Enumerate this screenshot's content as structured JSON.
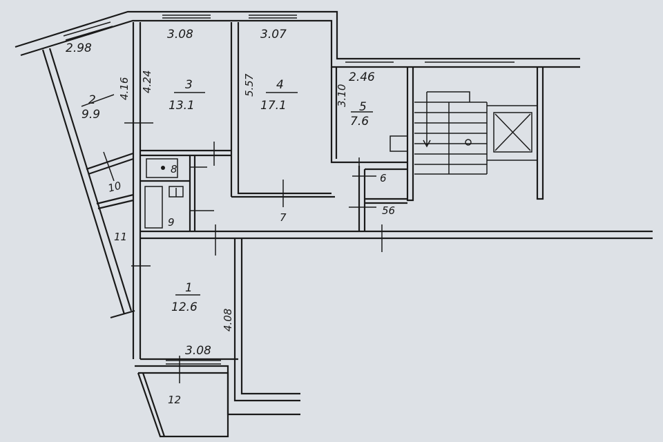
{
  "plan": {
    "rooms": [
      {
        "number": "1",
        "area": "12.6"
      },
      {
        "number": "2",
        "area": "9.9"
      },
      {
        "number": "3",
        "area": "13.1"
      },
      {
        "number": "4",
        "area": "17.1"
      },
      {
        "number": "5",
        "area": "7.6"
      }
    ],
    "auxiliary": [
      "6",
      "7",
      "8",
      "9",
      "10",
      "11",
      "12",
      "56"
    ],
    "dimensions": {
      "room2_width": "2.98",
      "room2_depth": "4.16",
      "room3_width": "3.08",
      "room3_depth": "4.24",
      "room4_width": "3.07",
      "room4_depth": "5.57",
      "room5_width": "2.46",
      "room5_depth": "3.10",
      "room1_width": "3.08",
      "room1_depth": "4.08"
    },
    "colors": {
      "background": "#dde1e6",
      "ink": "#1a1a1a"
    }
  }
}
